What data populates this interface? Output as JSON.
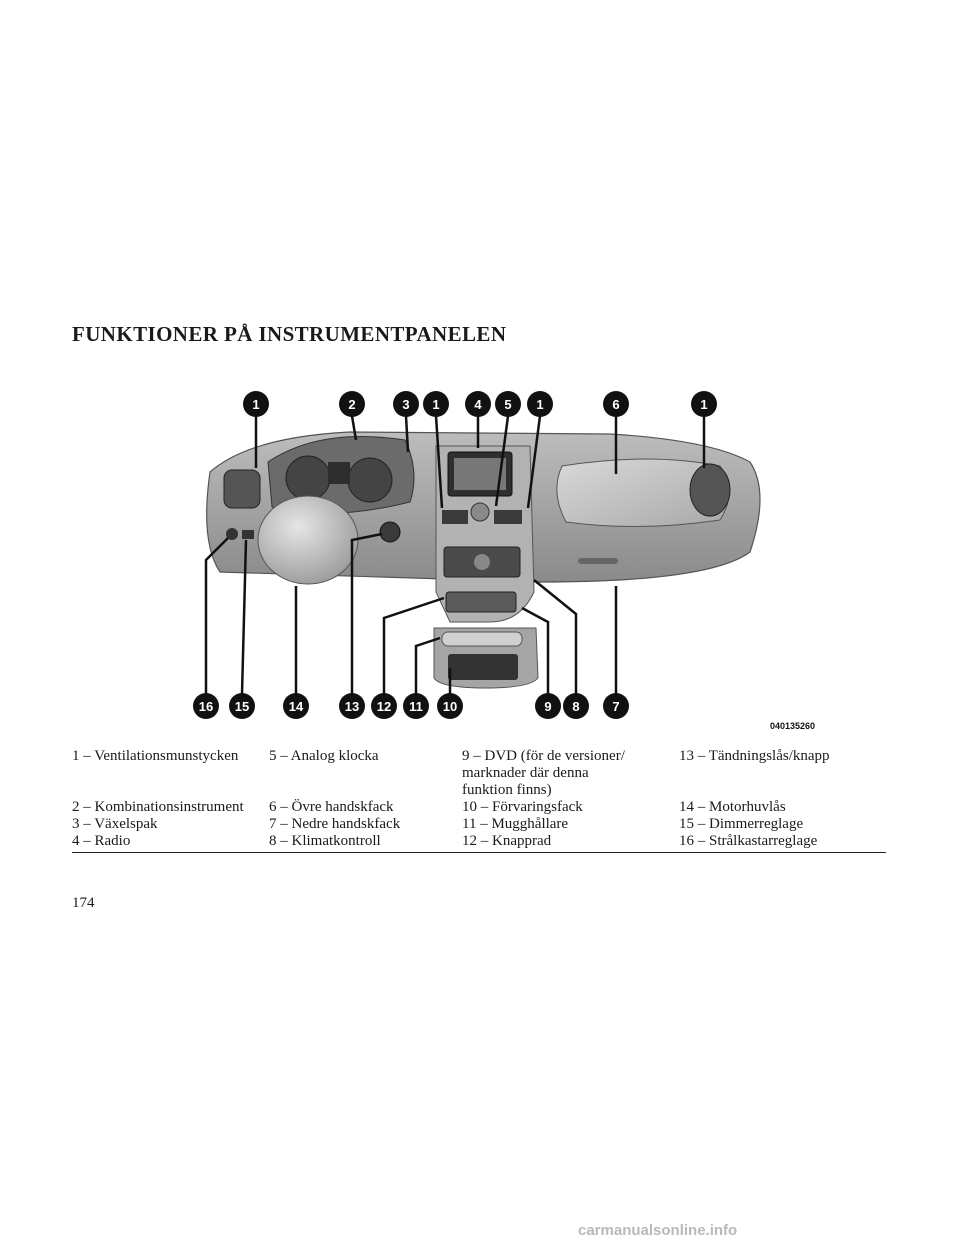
{
  "page": {
    "title": "FUNKTIONER PÅ INSTRUMENTPANELEN",
    "page_number": "174",
    "figure_code": "040135260",
    "watermark": "carmanualsonline.info"
  },
  "callouts": {
    "top": [
      "1",
      "2",
      "3",
      "1",
      "4",
      "5",
      "1",
      "6",
      "1"
    ],
    "bottom": [
      "16",
      "15",
      "14",
      "13",
      "12",
      "11",
      "10",
      "9",
      "8",
      "7"
    ]
  },
  "legend": [
    [
      "1 – Ventilationsmunstycken",
      "5 – Analog klocka",
      "9 – DVD (för de versioner/\nmarknader där denna\nfunktion finns)",
      "13 – Tändningslås/knapp"
    ],
    [
      "2 – Kombinationsinstrument",
      "6 – Övre handskfack",
      "10 – Förvaringsfack",
      "14 – Motorhuvlås"
    ],
    [
      "3 – Växelspak",
      "7 – Nedre handskfack",
      "11 – Mugghållare",
      "15 – Dimmerreglage"
    ],
    [
      "4 – Radio",
      "8 – Klimatkontroll",
      "12 – Knapprad",
      "16 – Strålkastarreglage"
    ]
  ]
}
